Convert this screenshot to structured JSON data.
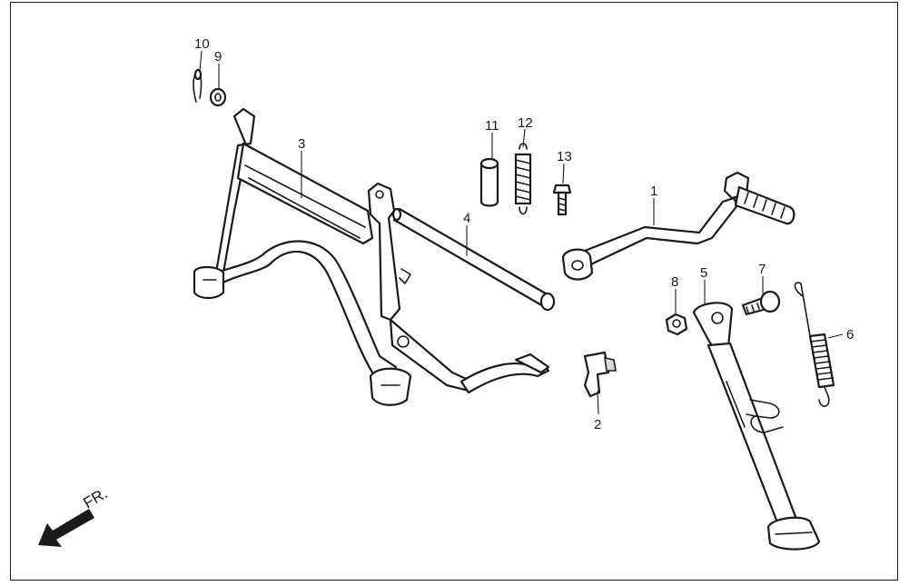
{
  "callouts": {
    "c1": "1",
    "c2": "2",
    "c3": "3",
    "c4": "4",
    "c5": "5",
    "c6": "6",
    "c7": "7",
    "c8": "8",
    "c9": "9",
    "c10": "10",
    "c11": "11",
    "c12": "12",
    "c13": "13"
  },
  "front_indicator": {
    "label": "FR."
  },
  "colors": {
    "line": "#1a1a1a",
    "fill": "#ffffff",
    "shade": "#d9d9d9"
  },
  "icons": {
    "front_arrow": "arrow-down-left-icon"
  }
}
